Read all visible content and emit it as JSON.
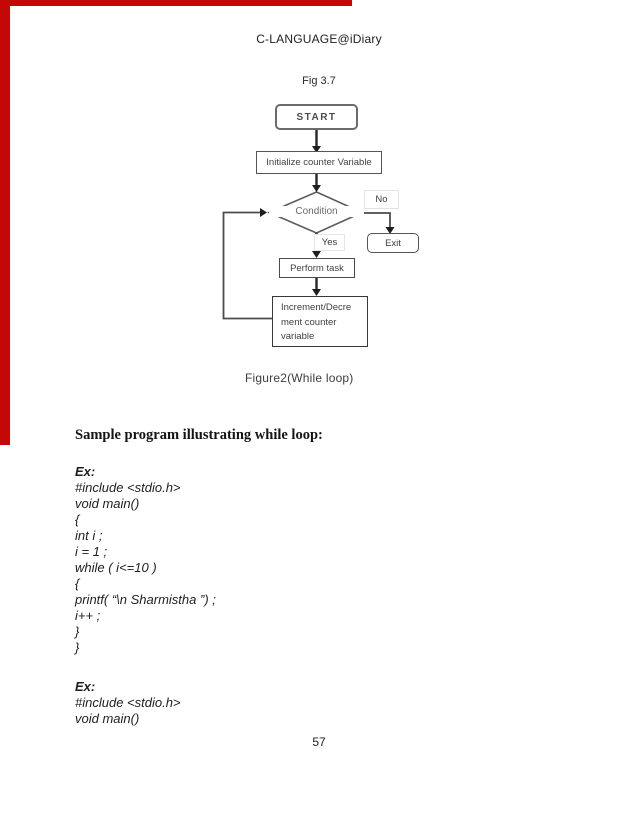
{
  "page": {
    "header": "C-LANGUAGE@iDiary",
    "fig_label": "Fig 3.7",
    "page_number": "57"
  },
  "flowchart": {
    "caption": "Figure2(While loop)",
    "start": "START",
    "initialize": "Initialize counter Variable",
    "condition": "Condition",
    "no": "No",
    "yes": "Yes",
    "exit": "Exit",
    "perform": "Perform task",
    "increment_line1": "Increment/Decre",
    "increment_line2": "ment counter",
    "increment_line3": "variable"
  },
  "content": {
    "heading": "Sample program illustrating while loop:",
    "code1": [
      "Ex:",
      "#include <stdio.h>",
      "void main()",
      "{",
      "int i ;",
      "i = 1 ;",
      "while ( i<=10 )",
      "{",
      "printf( “\\n Sharmistha ”) ;",
      "i++ ;",
      "}",
      "}"
    ],
    "code2": [
      "Ex:",
      "#include <stdio.h>",
      "void main()"
    ]
  },
  "colors": {
    "accent_red": "#c40808",
    "line": "#3c3c3c"
  }
}
